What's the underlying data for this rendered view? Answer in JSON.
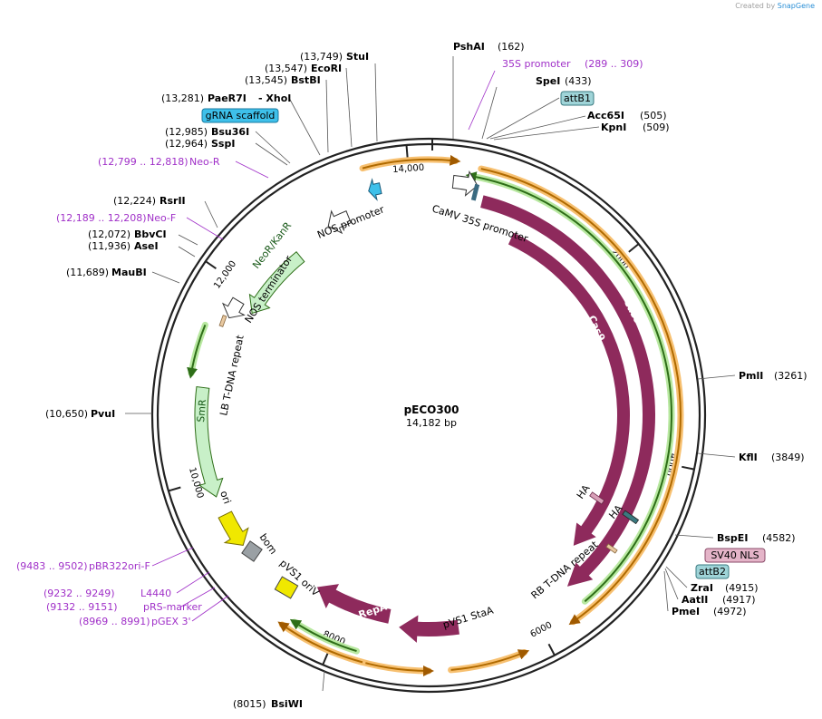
{
  "watermark": {
    "prefix": "Created by",
    "brand": "SnapGene"
  },
  "plasmid": {
    "name": "pECO300",
    "size": "14,182 bp"
  },
  "ticks": [
    "2000",
    "4000",
    "6000",
    "8000",
    "10,000",
    "12,000",
    "14,000"
  ],
  "sites": [
    {
      "name": "PshAI",
      "pos": "(162)"
    },
    {
      "name": "SpeI",
      "pos": "(433)"
    },
    {
      "name": "Acc65I",
      "pos": "(505)"
    },
    {
      "name": "KpnI",
      "pos": "(509)"
    },
    {
      "name": "PmlI",
      "pos": "(3261)"
    },
    {
      "name": "KflI",
      "pos": "(3849)"
    },
    {
      "name": "BspEI",
      "pos": "(4582)"
    },
    {
      "name": "ZraI",
      "pos": "(4915)"
    },
    {
      "name": "AatII",
      "pos": "(4917)"
    },
    {
      "name": "PmeI",
      "pos": "(4972)"
    },
    {
      "name": "BsiWI",
      "pos": "(8015)"
    },
    {
      "name": "PvuI",
      "pos": "(10,650)"
    },
    {
      "name": "MauBI",
      "pos": "(11,689)"
    },
    {
      "name": "AseI",
      "pos": "(11,936)"
    },
    {
      "name": "BbvCI",
      "pos": "(12,072)"
    },
    {
      "name": "RsrII",
      "pos": "(12,224)"
    },
    {
      "name": "SspI",
      "pos": "(12,964)"
    },
    {
      "name": "Bsu36I",
      "pos": "(12,985)"
    },
    {
      "name": "PaeR7I",
      "pos": "(13,281)"
    },
    {
      "name": "XhoI",
      "pos": "- XhoI"
    },
    {
      "name": "BstBI",
      "pos": "(13,545)"
    },
    {
      "name": "EcoRI",
      "pos": "(13,547)"
    },
    {
      "name": "StuI",
      "pos": "(13,749)"
    }
  ],
  "primers": [
    {
      "label": "35S promoter",
      "range": "(289 .. 309)"
    },
    {
      "label": "Neo-R",
      "range": "(12,799 .. 12,818)"
    },
    {
      "label": "Neo-F",
      "range": "(12,189 .. 12,208)"
    },
    {
      "label": "pBR322ori-F",
      "range": "(9483 .. 9502)"
    },
    {
      "label": "L4440",
      "range": "(9232 .. 9249)"
    },
    {
      "label": "pRS-marker",
      "range": "(9132 .. 9151)"
    },
    {
      "label": "pGEX 3'",
      "range": "(8969 .. 8991)"
    }
  ],
  "boxed_labels": {
    "attB1": "attB1",
    "gRNA": "gRNA scaffold",
    "sv40": "SV40 NLS",
    "attB2": "attB2"
  },
  "features": {
    "camv": "CaMV 35S promoter",
    "nos_promoter": "NOS promoter",
    "neo": "NeoR/KanR",
    "nos_terminator": "NOS terminator",
    "lb": "LB T-DNA repeat",
    "smr": "SmR",
    "ori": "ori",
    "bom": "bom",
    "pvs1_oriv": "pVS1 oriV",
    "repa": "pVS1 RepA",
    "staa": "pVS1 StaA",
    "rb": "RB T-DNA repeat",
    "cas9_outer": "Cas9",
    "cas9_inner": "Cas9",
    "ha1": "HA",
    "ha2": "HA"
  },
  "colors": {
    "cas9": "#8e2a5c",
    "orange": "#f5a623",
    "green": "#5aa832",
    "neo_fill": "#c8f0c8",
    "attb_fill": "#9fd4d8",
    "grna_fill": "#3ec0ea",
    "sv40_fill": "#e4b4c8",
    "ori_fill": "#f0e800",
    "primer": "#a030c8",
    "tdna": "#c89a70"
  }
}
